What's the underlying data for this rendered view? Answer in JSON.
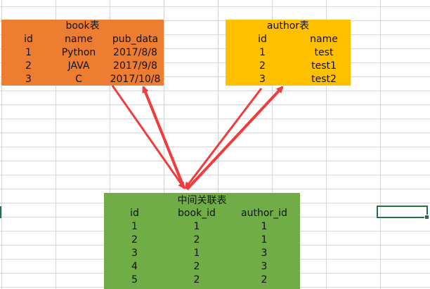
{
  "book_table": {
    "title": "book表",
    "headers": [
      "id",
      "name",
      "pub_data"
    ],
    "rows": [
      [
        "1",
        "Python",
        "2017/8/8"
      ],
      [
        "2",
        "JAVA",
        "2017/9/8"
      ],
      [
        "3",
        "C",
        "2017/10/8"
      ]
    ],
    "color": "#ed7d31"
  },
  "author_table": {
    "title": "author表",
    "headers": [
      "id",
      "name"
    ],
    "rows": [
      [
        "1",
        "test"
      ],
      [
        "2",
        "test1"
      ],
      [
        "3",
        "test2"
      ]
    ],
    "color": "#ffc000"
  },
  "join_table": {
    "title": "中间关联表",
    "headers": [
      "id",
      "book_id",
      "author_id"
    ],
    "rows": [
      [
        "1",
        "1",
        "1"
      ],
      [
        "2",
        "2",
        "1"
      ],
      [
        "3",
        "1",
        "3"
      ],
      [
        "4",
        "2",
        "3"
      ],
      [
        "5",
        "2",
        "2"
      ]
    ],
    "color": "#70ad47"
  },
  "arrow_color": "#f23b3b",
  "selection_color": "#217346"
}
